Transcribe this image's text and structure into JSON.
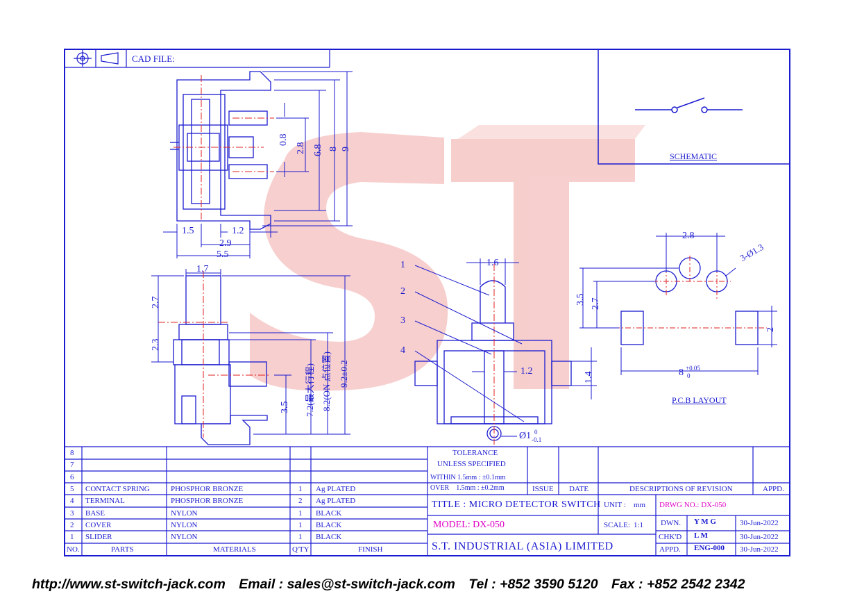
{
  "header": {
    "cad_file_label": "CAD FILE:"
  },
  "schematic": {
    "label": "SCHEMATIC"
  },
  "pcb_layout": {
    "label": "P.C.B LAYOUT",
    "dim_pitch": "2.8",
    "dim_holes": "3-Ø1.3",
    "dim_3_5": "3.5",
    "dim_2_7": "2.7",
    "dim_2": "2",
    "dim_8_main": "8",
    "dim_8_tol_upper": "+0.05",
    "dim_8_tol_lower": "0"
  },
  "top_view": {
    "dims": {
      "d0_8": "0.8",
      "d2_8": "2.8",
      "d6_8": "6.8",
      "d8": "8",
      "d9": "9",
      "d1_5": "1.5",
      "d1_2": "1.2",
      "d2_9": "2.9",
      "d5_5": "5.5"
    }
  },
  "side_view": {
    "dims": {
      "d1_7": "1.7",
      "d2_7": "2.7",
      "d2_3": "2.3",
      "d3_5": "3.5",
      "d7_2": "7.2(最大行程)",
      "d8_2": "8.2(ON 点位置)",
      "d9_2": "9.2±0.2"
    }
  },
  "front_view": {
    "dims": {
      "d1_6": "1.6",
      "d1_2": "1.2",
      "d1_4": "1.4",
      "dia": "Ø1",
      "dia_upper": "0",
      "dia_lower": "-0.1"
    },
    "callouts": [
      "1",
      "2",
      "3",
      "4"
    ]
  },
  "watermark": "ST",
  "bom": {
    "row_numbers": [
      "8",
      "7",
      "6"
    ],
    "rows": [
      {
        "no": "5",
        "part": "CONTACT SPRING",
        "material": "PHOSPHOR BRONZE",
        "qty": "1",
        "finish": "Ag PLATED"
      },
      {
        "no": "4",
        "part": "TERMINAL",
        "material": "PHOSPHOR BRONZE",
        "qty": "2",
        "finish": "Ag PLATED"
      },
      {
        "no": "3",
        "part": "BASE",
        "material": "NYLON",
        "qty": "1",
        "finish": "BLACK"
      },
      {
        "no": "2",
        "part": "COVER",
        "material": "NYLON",
        "qty": "1",
        "finish": "BLACK"
      },
      {
        "no": "1",
        "part": "SLIDER",
        "material": "NYLON",
        "qty": "1",
        "finish": "BLACK"
      }
    ],
    "headers": {
      "no": "NO.",
      "parts": "PARTS",
      "materials": "MATERIALS",
      "qty": "Q'TY",
      "finish": "FINISH"
    }
  },
  "tolerance": {
    "title": "TOLERANCE",
    "subtitle": "UNLESS  SPECIFIED",
    "within": "WITHIN  1.5mm : ±0.1mm",
    "over": "OVER    1.5mm : ±0.2mm"
  },
  "revision": {
    "issue": "ISSUE",
    "date": "DATE",
    "descriptions": "DESCRIPTIONS  OF  REVISION",
    "appd": "APPD."
  },
  "title_block": {
    "title": "TITLE : MICRO DETECTOR SWITCH",
    "unit_label": "UNIT :",
    "unit_value": "mm",
    "drwg_no": "DRWG NO.: DX-050",
    "model": "MODEL:  DX-050",
    "scale_label": "SCALE:",
    "scale_value": "1:1",
    "company": "S.T.  INDUSTRIAL  (ASIA)  LIMITED",
    "dwn_label": "DWN.",
    "dwn_name": "Y M G",
    "dwn_date": "30-Jun-2022",
    "chkd_label": "CHK'D",
    "chkd_name": "L M",
    "chkd_date": "30-Jun-2022",
    "appd_label": "APPD.",
    "appd_name": "ENG-000",
    "appd_date": "30-Jun-2022"
  },
  "footer": {
    "url": "http://www.st-switch-jack.com",
    "email": "Email : sales@st-switch-jack.com",
    "tel": "Tel : +852 3590 5120",
    "fax": "Fax : +852 2542 2342"
  },
  "colors": {
    "line": "#1a1ad0",
    "center": "#e02020",
    "watermark": "#f2b0ae",
    "highlight": "#e000c8"
  }
}
